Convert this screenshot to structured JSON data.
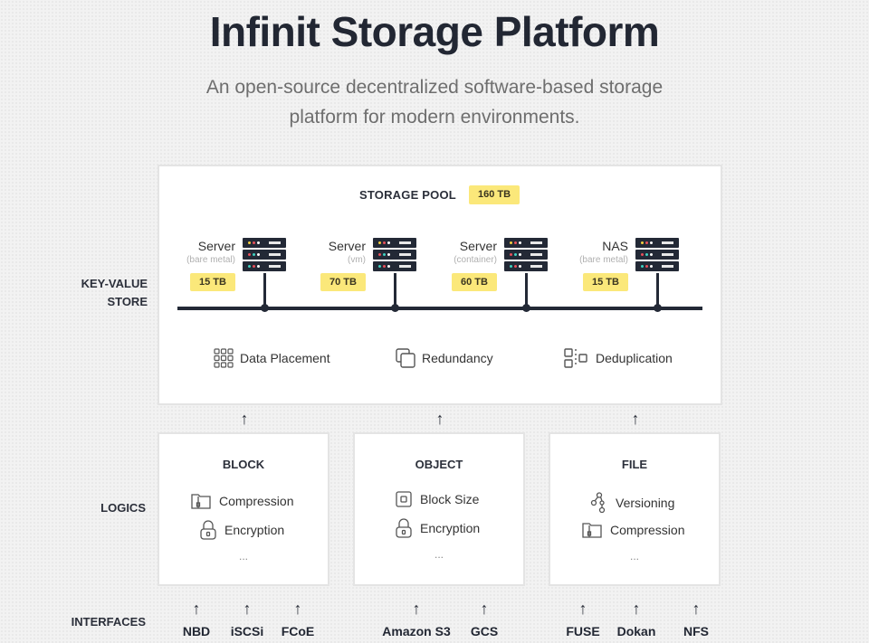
{
  "header": {
    "title": "Infinit Storage Platform",
    "subtitle_line1": "An open-source decentralized software-based storage",
    "subtitle_line2": "platform for modern environments."
  },
  "layers": {
    "key_value_label_line1": "KEY-VALUE",
    "key_value_label_line2": "STORE",
    "logics_label": "LOGICS",
    "interfaces_label": "INTERFACES"
  },
  "storage_pool": {
    "label": "STORAGE POOL",
    "capacity": "160 TB",
    "nodes": [
      {
        "name": "Server",
        "type": "(bare metal)",
        "capacity": "15 TB"
      },
      {
        "name": "Server",
        "type": "(vm)",
        "capacity": "70 TB"
      },
      {
        "name": "Server",
        "type": "(container)",
        "capacity": "60 TB"
      },
      {
        "name": "NAS",
        "type": "(bare metal)",
        "capacity": "15 TB"
      }
    ],
    "features": [
      {
        "label": "Data Placement",
        "icon": "grid-icon"
      },
      {
        "label": "Redundancy",
        "icon": "copy-icon"
      },
      {
        "label": "Deduplication",
        "icon": "dedup-icon"
      }
    ]
  },
  "logics": [
    {
      "title": "BLOCK",
      "items": [
        {
          "label": "Compression",
          "icon": "compression-icon"
        },
        {
          "label": "Encryption",
          "icon": "lock-icon"
        }
      ],
      "more": "..."
    },
    {
      "title": "OBJECT",
      "items": [
        {
          "label": "Block Size",
          "icon": "block-size-icon"
        },
        {
          "label": "Encryption",
          "icon": "lock-icon"
        }
      ],
      "more": "..."
    },
    {
      "title": "FILE",
      "items": [
        {
          "label": "Versioning",
          "icon": "versioning-icon"
        },
        {
          "label": "Compression",
          "icon": "compression-icon"
        }
      ],
      "more": "..."
    }
  ],
  "interfaces": [
    "NBD",
    "iSCSi",
    "FCoE",
    "Amazon S3",
    "GCS",
    "FUSE",
    "Dokan",
    "NFS"
  ],
  "arrow_glyph": "↑",
  "colors": {
    "badge": "#fbe87a",
    "rack": "#232936",
    "led_yellow": "#f4d03f",
    "led_red": "#e8505b",
    "led_teal": "#3fd1c0"
  }
}
